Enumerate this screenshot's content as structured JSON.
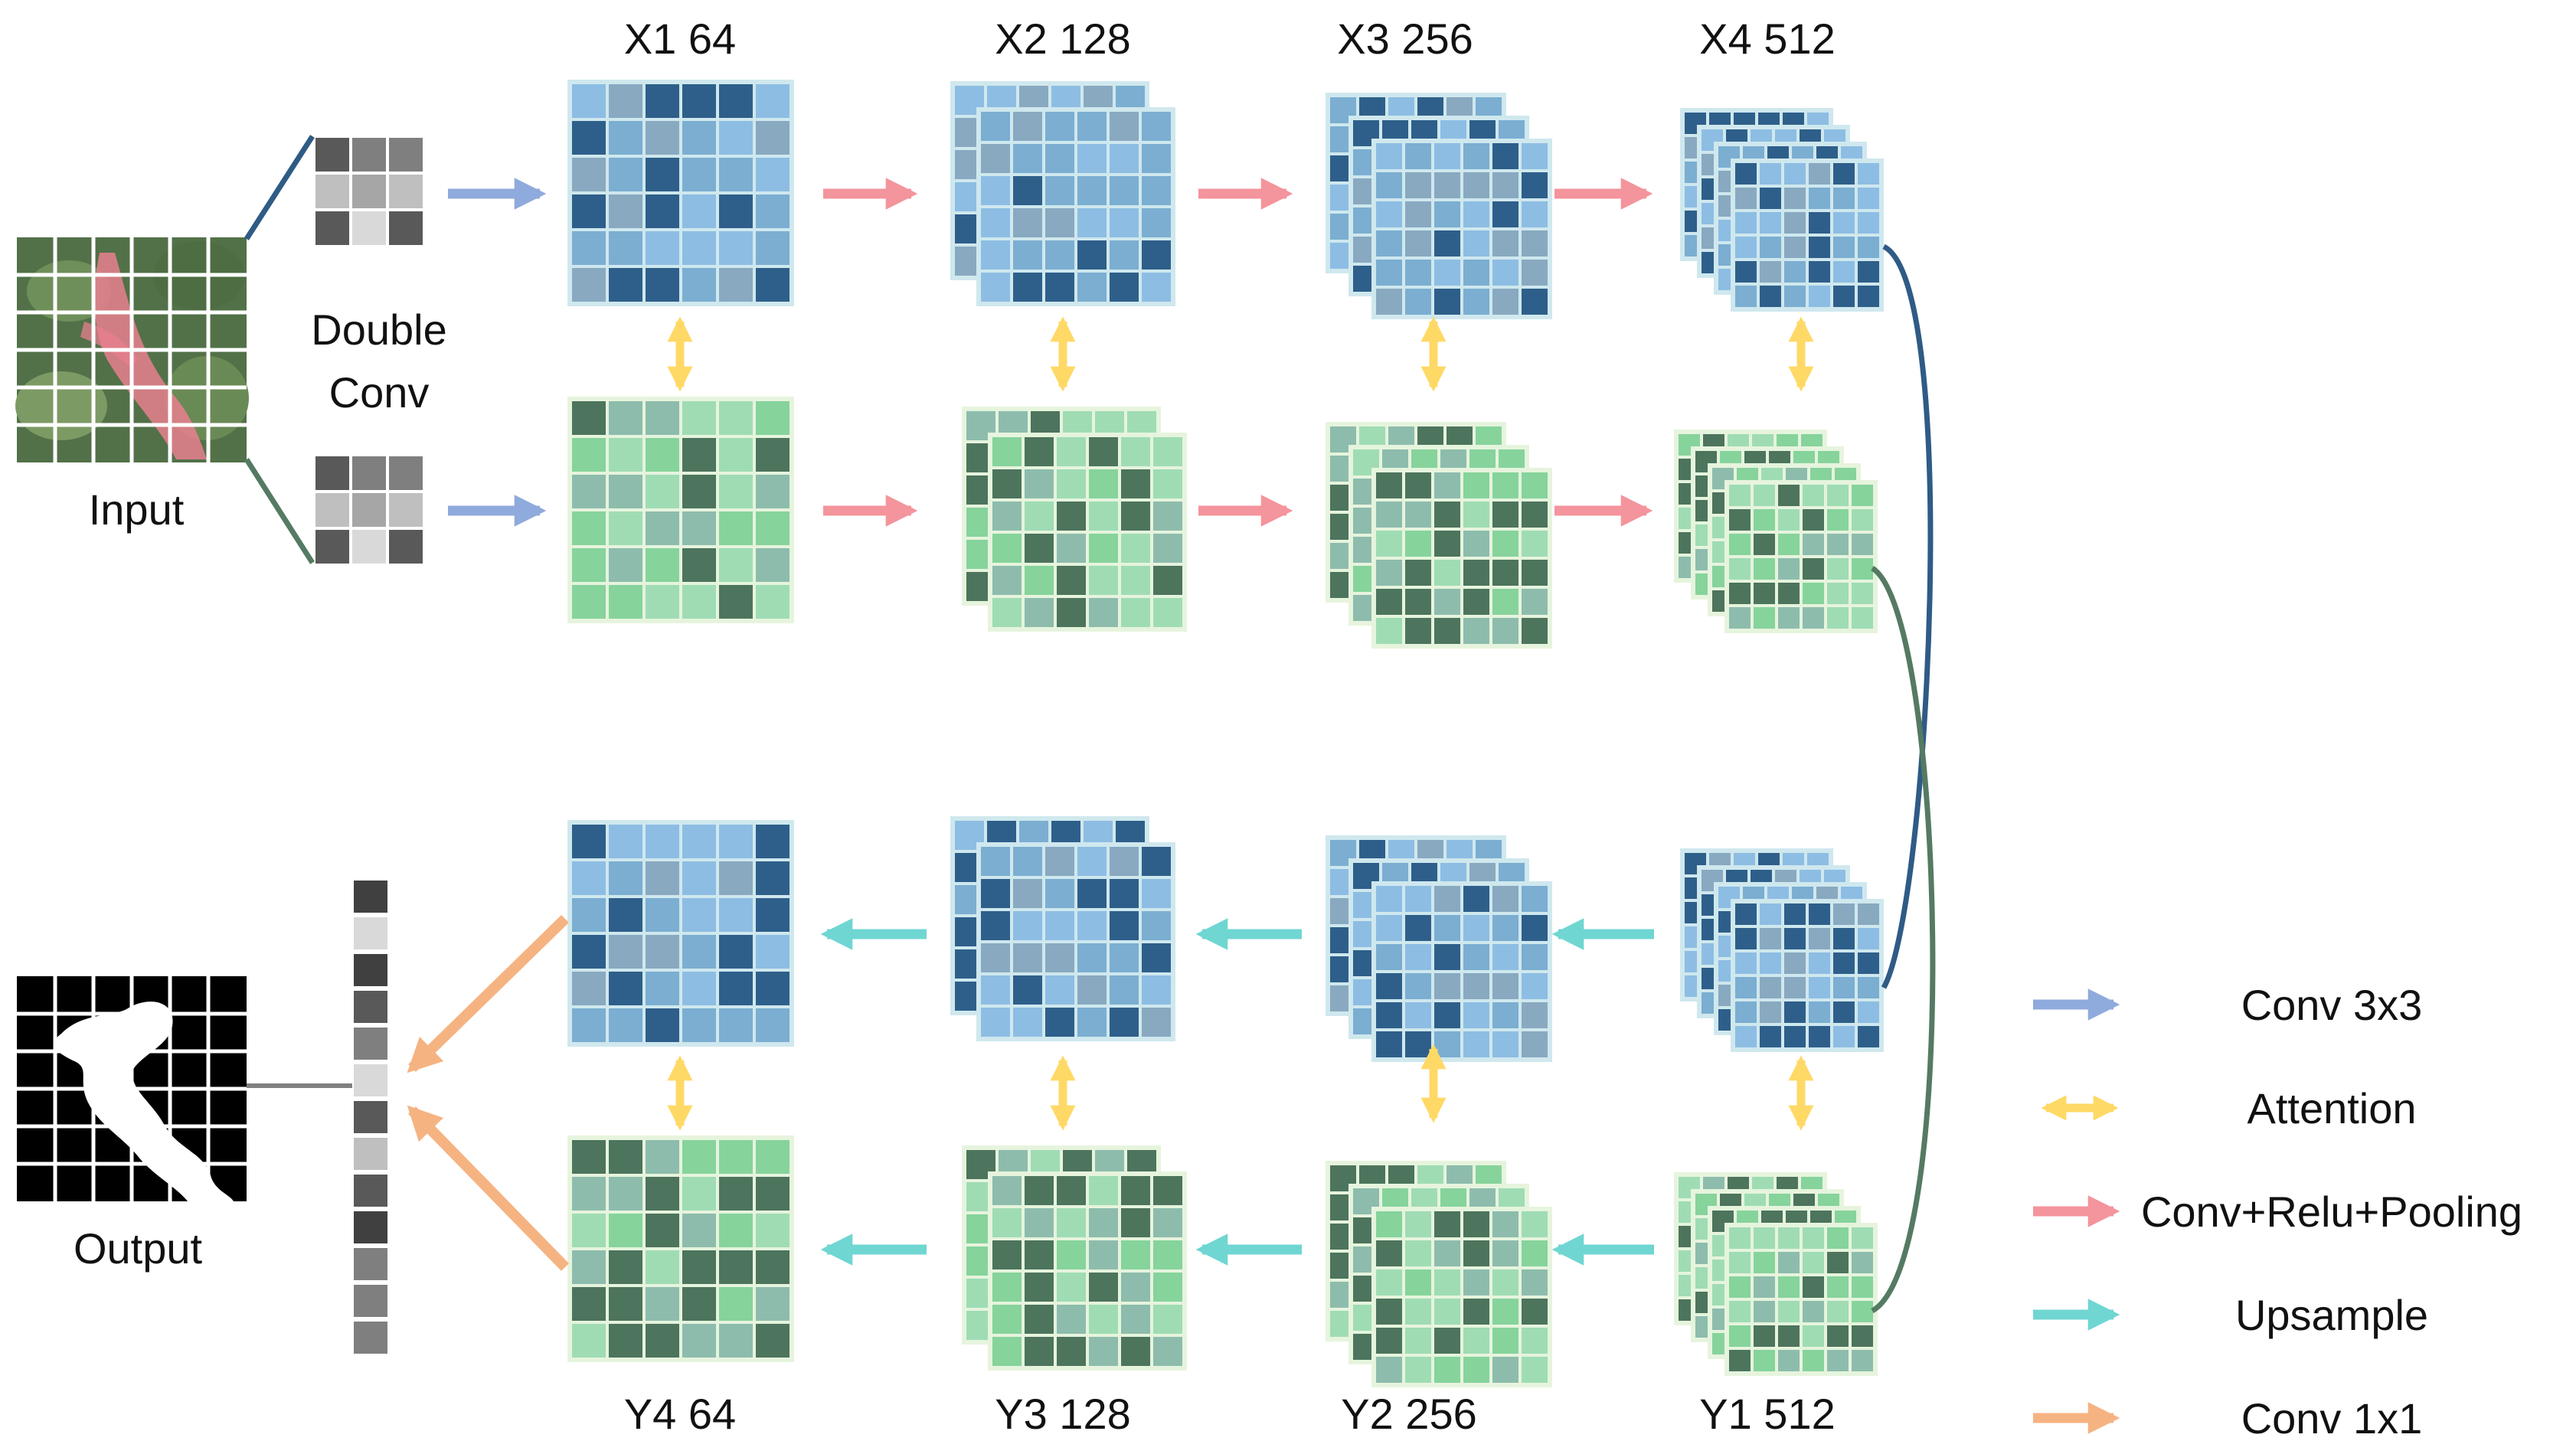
{
  "labels": {
    "input": "Input",
    "output": "Output",
    "double_conv": [
      "Double",
      "Conv"
    ]
  },
  "encoder": {
    "stages": [
      {
        "label": "X1 64"
      },
      {
        "label": "X2 128"
      },
      {
        "label": "X3 256"
      },
      {
        "label": "X4 512"
      }
    ]
  },
  "decoder": {
    "stages": [
      {
        "label": "Y4 64"
      },
      {
        "label": "Y3 128"
      },
      {
        "label": "Y2 256"
      },
      {
        "label": "Y1 512"
      }
    ]
  },
  "legend": {
    "items": [
      {
        "label": "Conv 3x3",
        "color": "#8faadc",
        "kind": "single"
      },
      {
        "label": "Attention",
        "color": "#ffd966",
        "kind": "double"
      },
      {
        "label": "Conv+Relu+Pooling",
        "color": "#f4949c",
        "kind": "single"
      },
      {
        "label": "Upsample",
        "color": "#6fd6d2",
        "kind": "single"
      },
      {
        "label": "Conv 1x1",
        "color": "#f6b382",
        "kind": "single"
      }
    ]
  },
  "colors": {
    "blue_dark": "#2e5f8a",
    "blue_mid": "#7baed1",
    "blue_light": "#8dbde3",
    "blue_grey": "#88a9c0",
    "blue_border": "#cfe8ee",
    "green_dark": "#4d745d",
    "green_mid": "#86d39c",
    "green_light": "#9fdcb4",
    "green_grey": "#8dbcad",
    "green_border": "#e6f4dd",
    "skip_blue": "#2f5b85",
    "skip_green": "#557a63"
  }
}
